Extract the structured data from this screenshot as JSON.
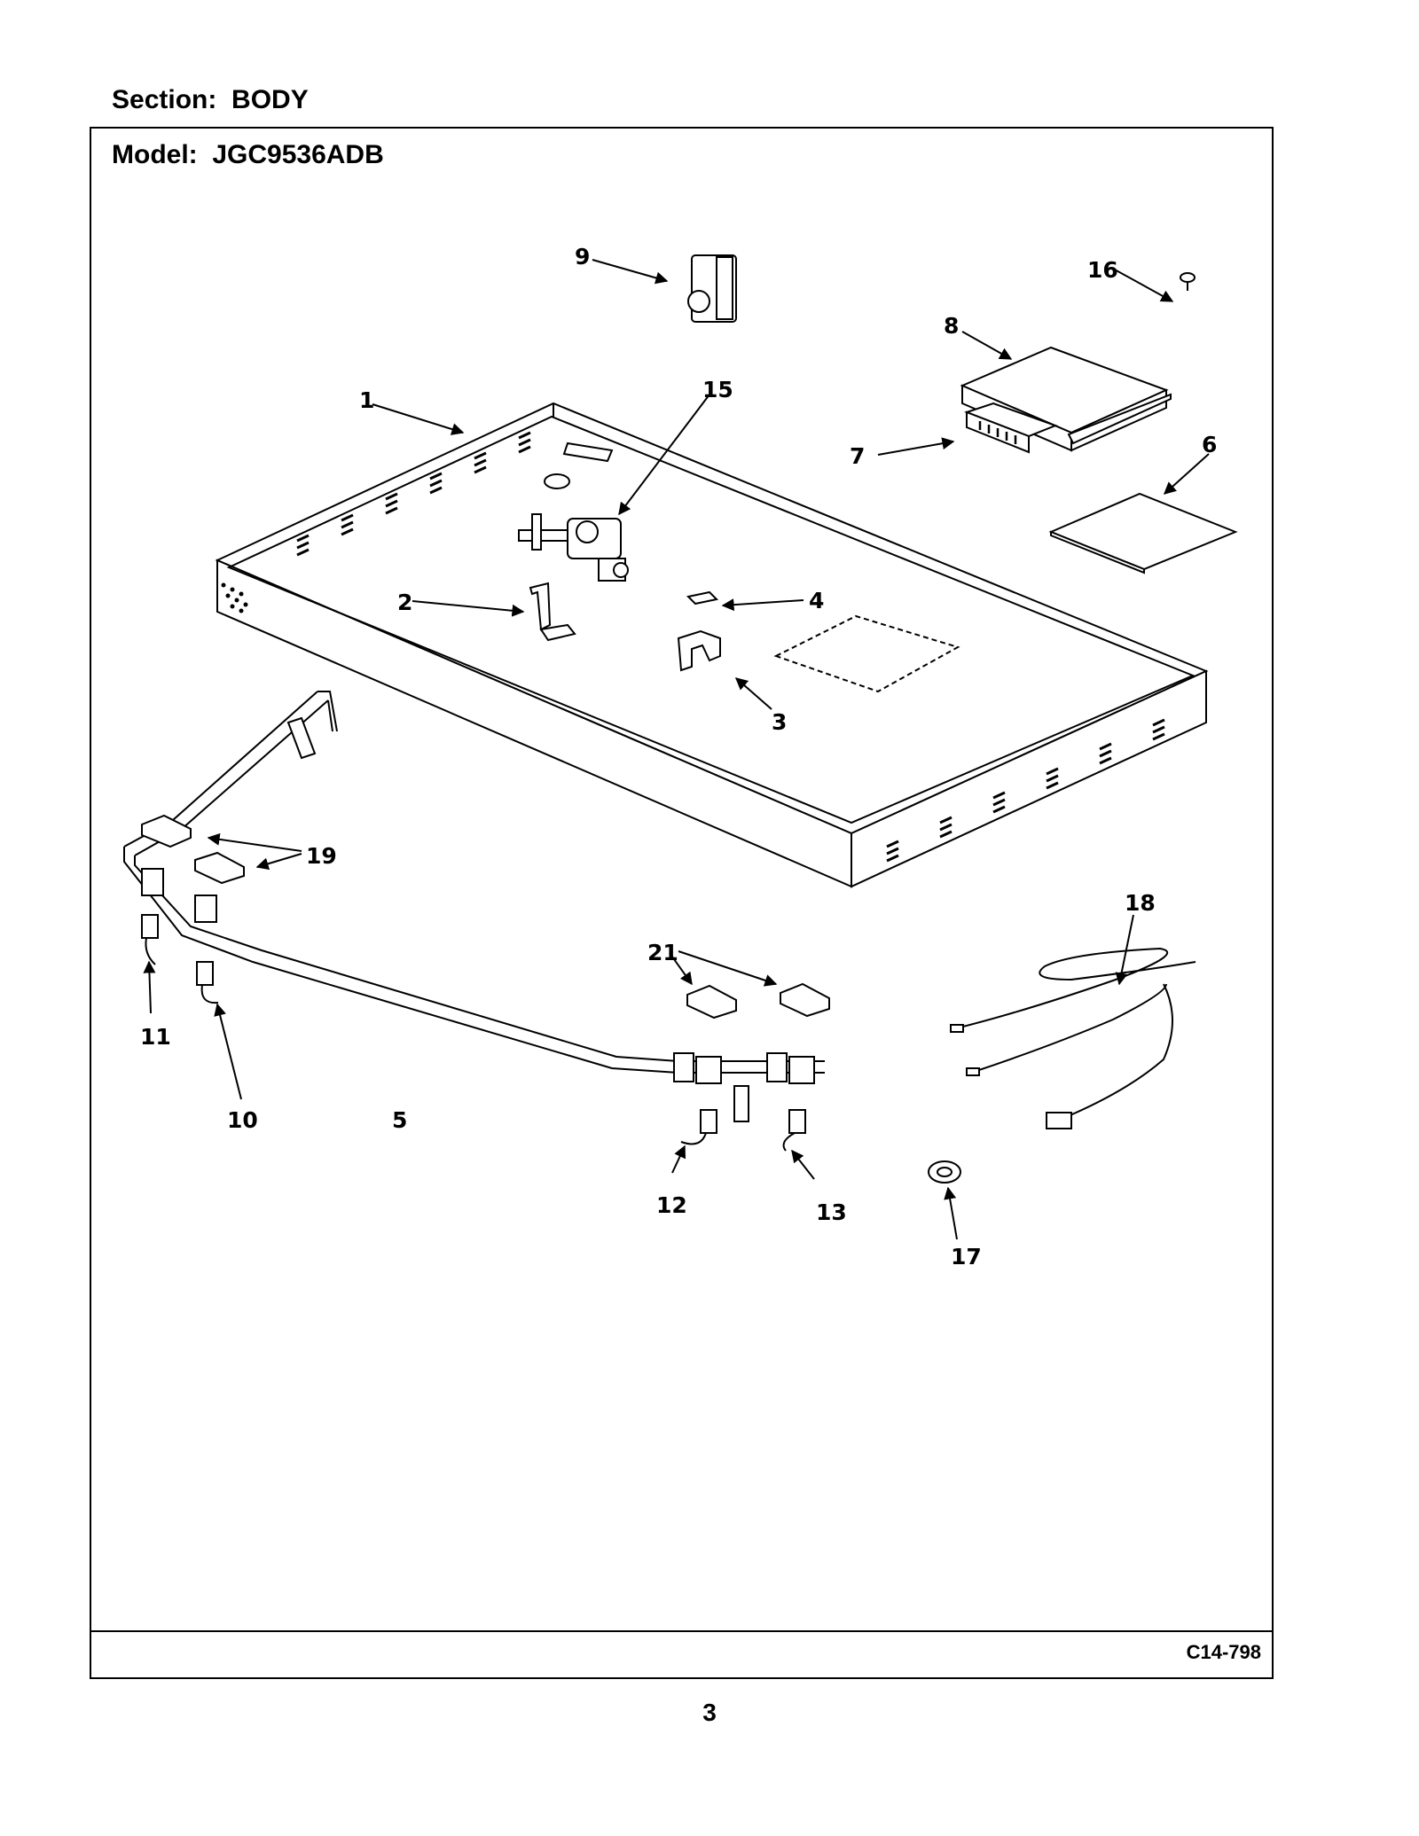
{
  "header": {
    "section_label": "Section:",
    "section_value": "BODY",
    "model_label": "Model:",
    "model_value": "JGC9536ADB"
  },
  "callouts": {
    "c1": "1",
    "c2": "2",
    "c3": "3",
    "c4": "4",
    "c5": "5",
    "c6": "6",
    "c7": "7",
    "c8": "8",
    "c9": "9",
    "c10": "10",
    "c11": "11",
    "c12": "12",
    "c13": "13",
    "c15": "15",
    "c16": "16",
    "c17": "17",
    "c18": "18",
    "c19": "19",
    "c21": "21"
  },
  "footer": {
    "drawing_code": "C14-798",
    "page_number": "3"
  }
}
